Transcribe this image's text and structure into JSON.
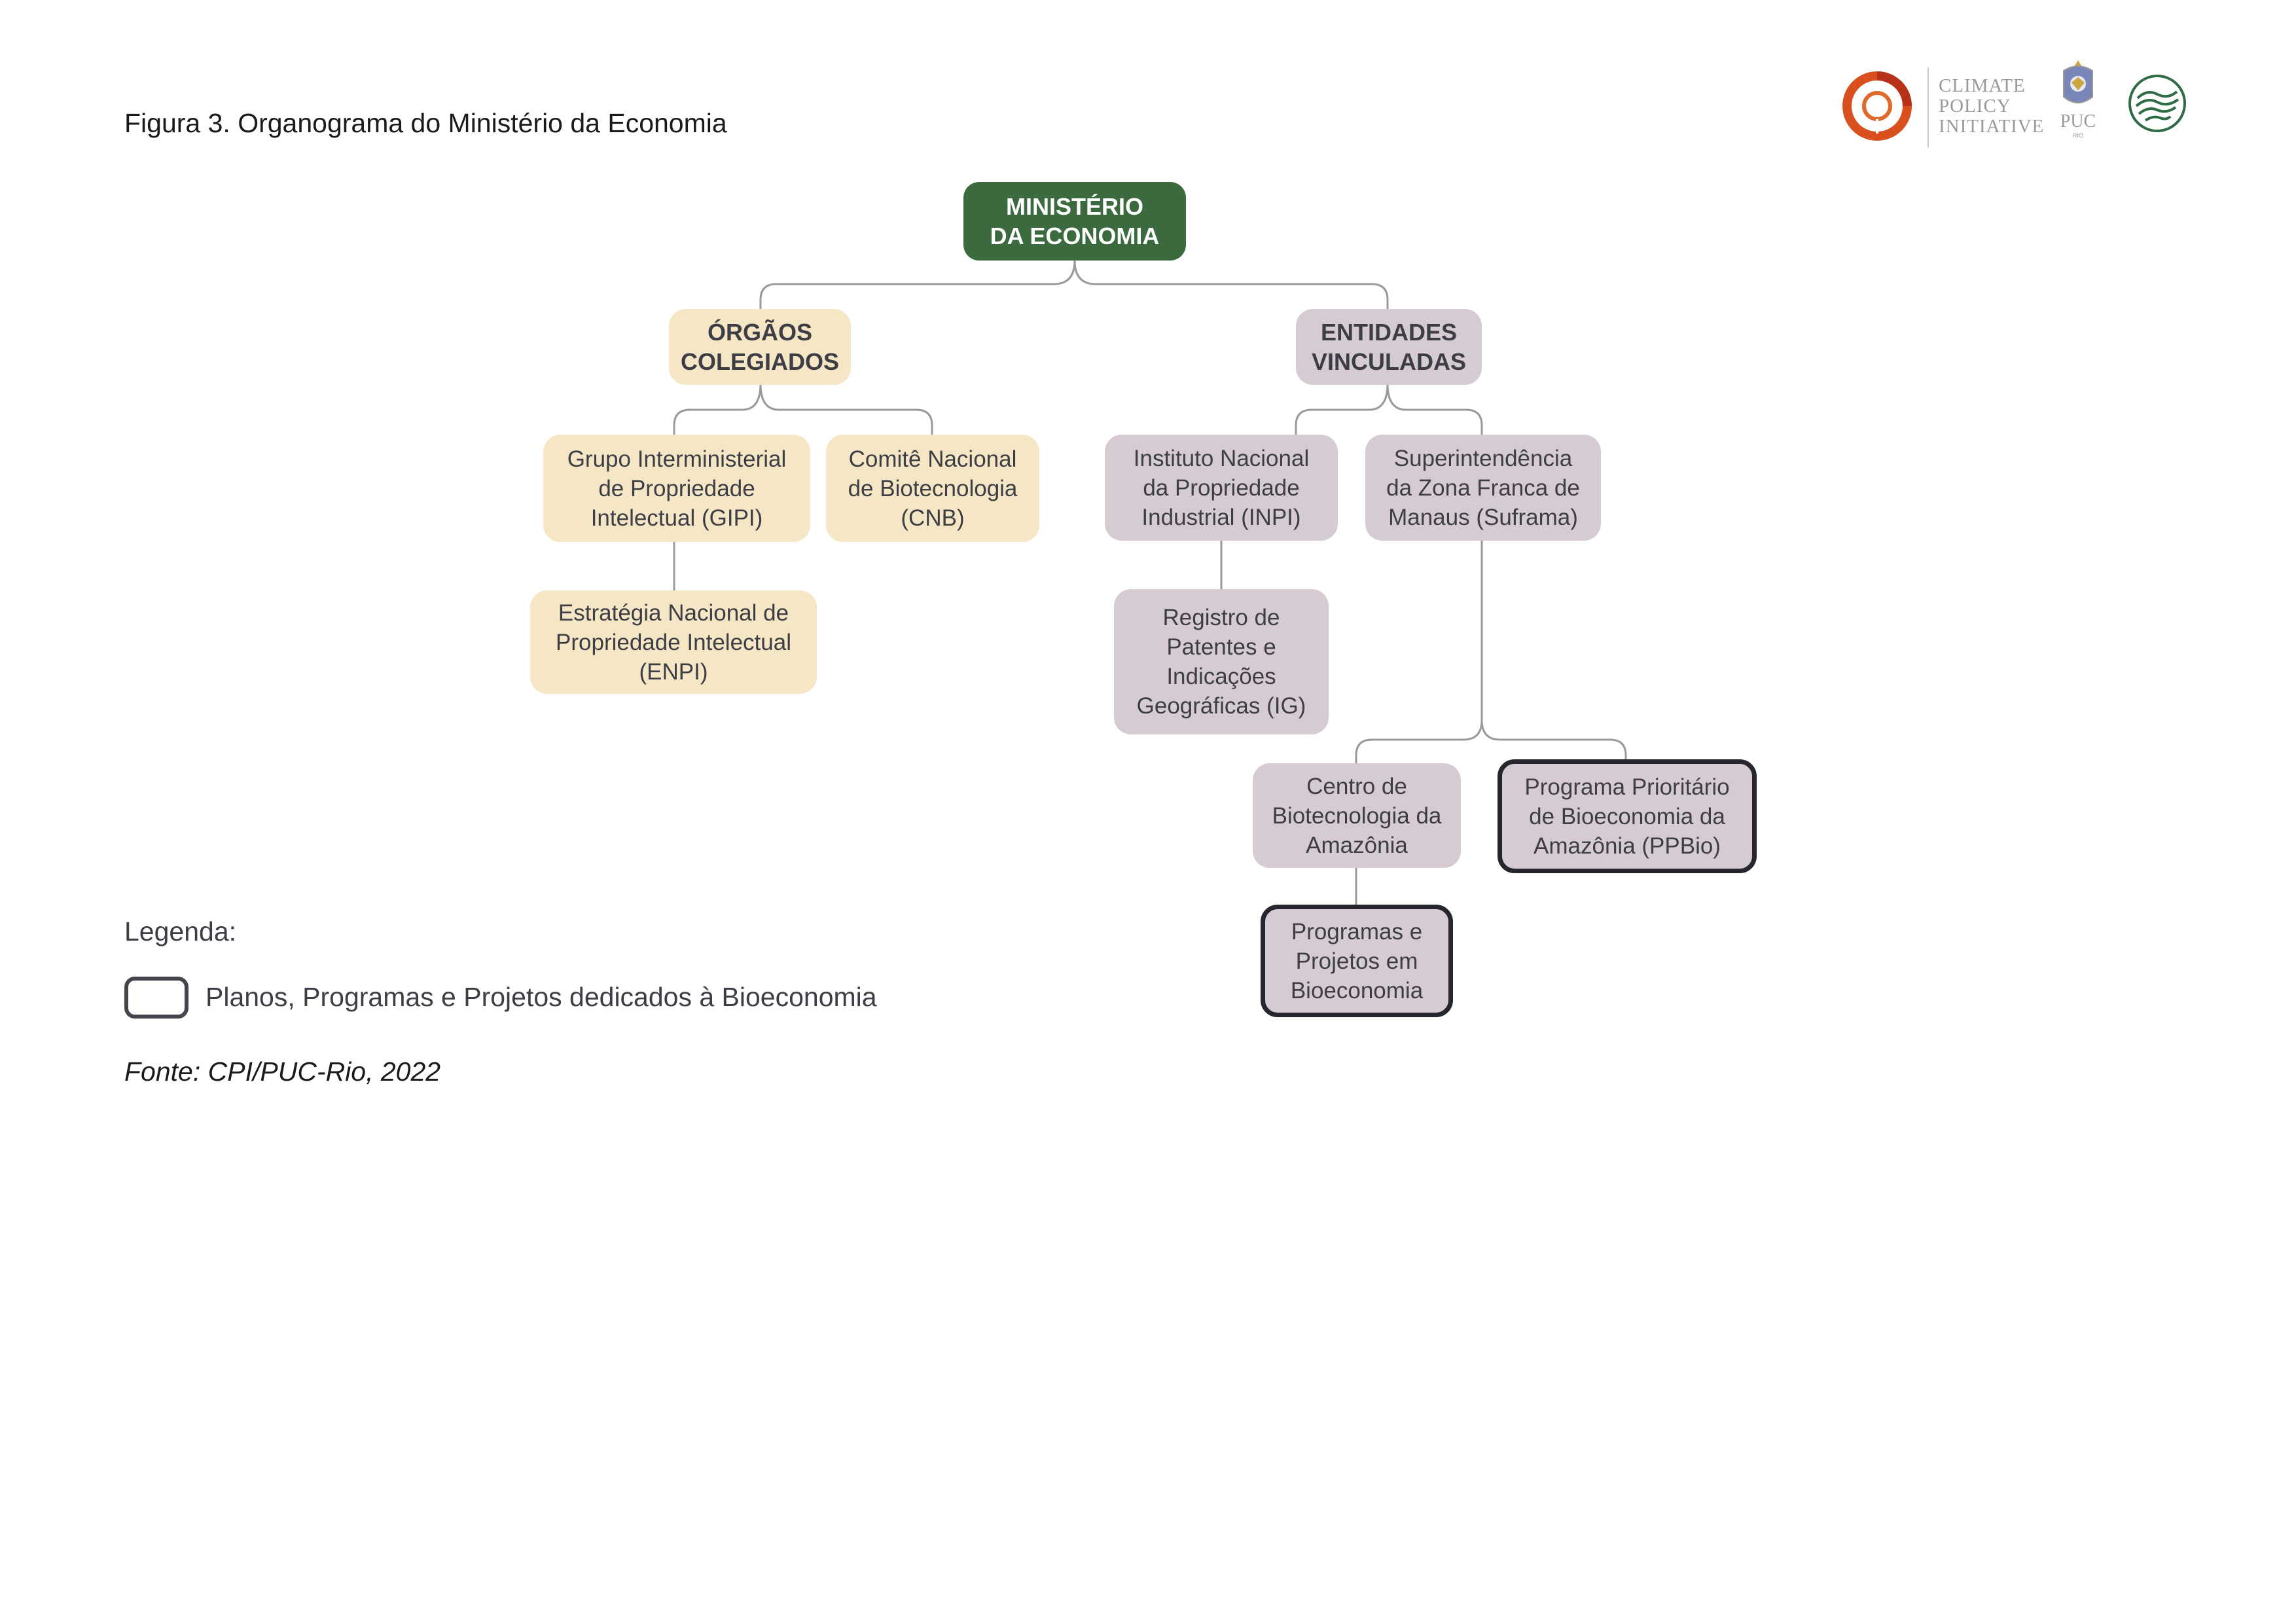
{
  "header": {
    "figure_title": "Figura 3. Organograma do Ministério da Economia",
    "logos": {
      "cpi_line1": "CLIMATE",
      "cpi_line2": "POLICY",
      "cpi_line3": "INITIATIVE",
      "puc": "PUC",
      "puc_sub": "RIO",
      "cpi_icon": "cpi-ring-logo",
      "puc_icon": "puc-rio-crest",
      "green_icon": "contour-circle-logo"
    }
  },
  "org": {
    "root": "MINISTÉRIO\nDA ECONOMIA",
    "orgaos": "ÓRGÃOS\nCOLEGIADOS",
    "entidades": "ENTIDADES\nVINCULADAS",
    "gipi": "Grupo Interministerial\nde Propriedade\nIntelectual (GIPI)",
    "cnb": "Comitê Nacional\nde Biotecnologia\n(CNB)",
    "enpi": "Estratégia Nacional de\nPropriedade Intelectual\n(ENPI)",
    "inpi": "Instituto Nacional\nda Propriedade\nIndustrial (INPI)",
    "suframa": "Superintendência\nda Zona Franca de\nManaus (Suframa)",
    "registro": "Registro de\nPatentes e\nIndicações\nGeográficas (IG)",
    "centro": "Centro de\nBiotecnologia da\nAmazônia",
    "ppbio": "Programa Prioritário\nde Bioeconomia da\nAmazônia (PPBio)",
    "programas": "Programas e\nProjetos em\nBioeconomia"
  },
  "colors": {
    "root": "#3b6a3e",
    "orgaos_branch": "#f5e6c5",
    "entidades_branch": "#d7cbd3",
    "bioeconomy_border": "#26262e",
    "connector": "#9a9a9a"
  },
  "legend": {
    "label": "Legenda:",
    "item": "Planos, Programas e Projetos dedicados à Bioeconomia"
  },
  "source": "Fonte: CPI/PUC-Rio, 2022"
}
